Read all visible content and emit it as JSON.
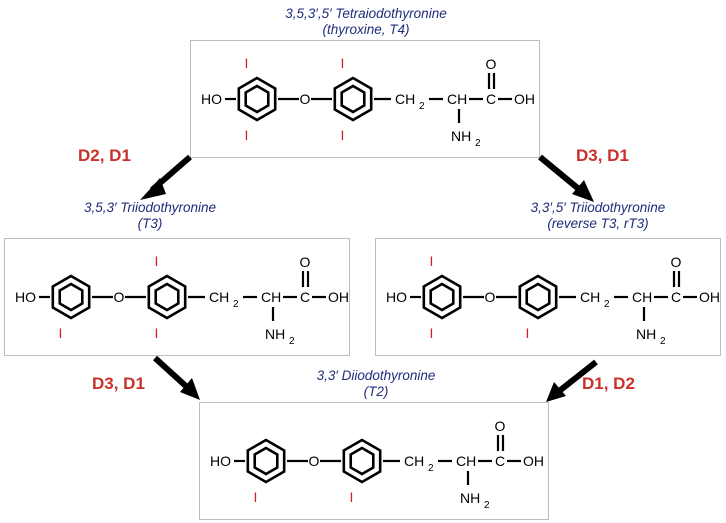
{
  "diagram": {
    "colors": {
      "caption": "#1f2d7a",
      "enzyme": "#c8322a",
      "iodine": "#d42020",
      "bond": "#000000",
      "box_border": "#bdbdbd"
    },
    "t4": {
      "name": "3,5,3′,5′ Tetraiodothyronine",
      "alias": "(thyroxine, T4)"
    },
    "t3": {
      "name": "3,5,3′ Triiodothyronine",
      "alias": "(T3)"
    },
    "rt3": {
      "name": "3,3′,5′ Triiodothyronine",
      "alias": "(reverse T3, rT3)"
    },
    "t2": {
      "name": "3,3′ Diiodothyronine",
      "alias": "(T2)"
    },
    "enzymes": {
      "t4_to_t3": "D2, D1",
      "t4_to_rt3": "D3, D1",
      "t3_to_t2": "D3, D1",
      "rt3_to_t2": "D1, D2"
    },
    "atoms": {
      "ho": "HO",
      "o": "O",
      "ch2": "CH",
      "ch": "CH",
      "c": "C",
      "oh": "OH",
      "nh": "NH",
      "sub2": "2",
      "iodine": "I",
      "carbonyl_o": "O"
    }
  }
}
